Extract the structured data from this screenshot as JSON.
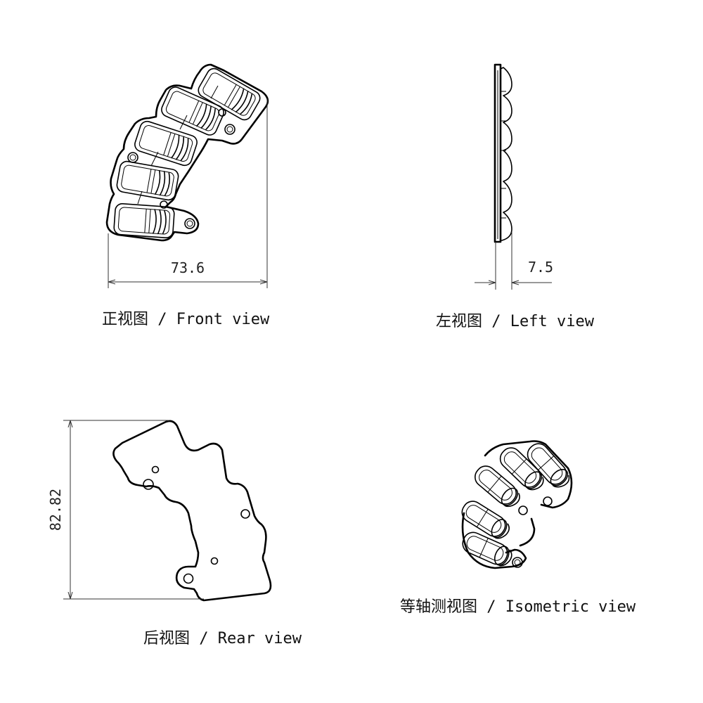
{
  "views": {
    "front": {
      "caption": "正视图 / Front view",
      "width_dimension": "73.6"
    },
    "left": {
      "caption": "左视图 / Left view",
      "thickness_dimension": "7.5"
    },
    "rear": {
      "caption": "后视图 / Rear view",
      "height_dimension": "82.82"
    },
    "isometric": {
      "caption": "等轴测视图 / Isometric view"
    }
  },
  "colors": {
    "line": "#000000",
    "background": "#ffffff",
    "dimension": "#333333"
  }
}
